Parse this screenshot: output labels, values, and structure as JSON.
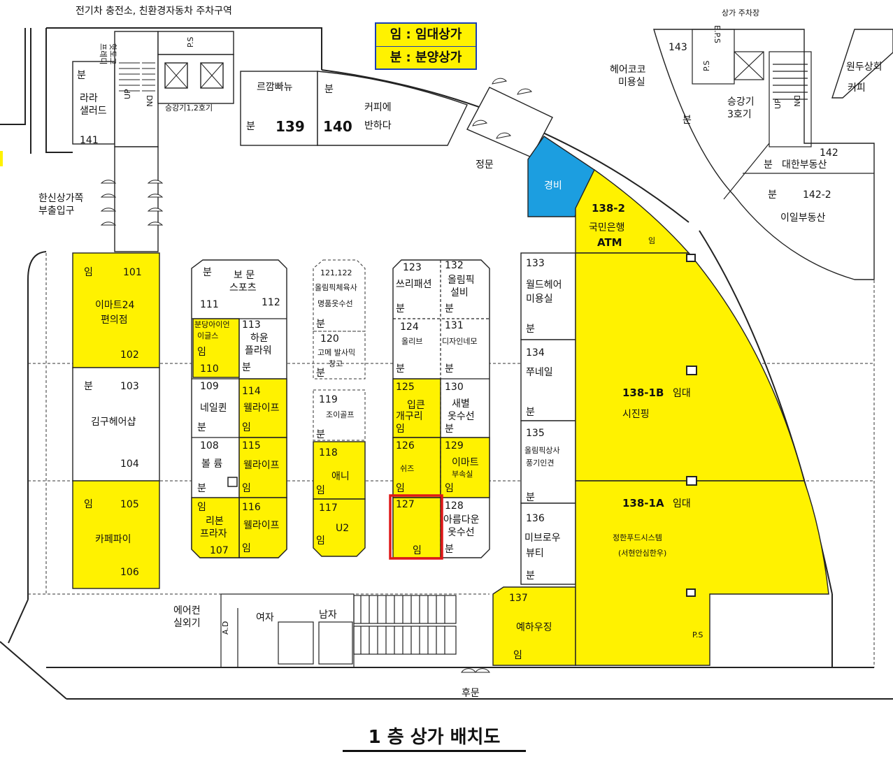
{
  "title": "1 층 상가 배치도",
  "legend": {
    "lease": "임 : 임대상가",
    "sale": "분 : 분양상가"
  },
  "labels": {
    "ev_parking": "전기차 충전소, 친환경자동차 주차구역",
    "mall_parking": "상가 주차장",
    "hanshin_1": "한신상가쪽",
    "hanshin_2": "부출입구",
    "aircon_1": "에어컨",
    "aircon_2": "실외기",
    "main_gate": "정문",
    "back_gate": "후문",
    "elevator_12": "승강기1,2호기",
    "elevator_3a": "승강기",
    "elevator_3b": "3호기",
    "women": "여자",
    "men": "남자",
    "guard": "경비",
    "ps": "P.S",
    "eps": "E.P.S",
    "ad": "A.D",
    "up": "UP",
    "dn": "DN",
    "fred_1": "프레디",
    "fred_2": "핫도그"
  },
  "shops": {
    "s101": {
      "no": "101",
      "name1": "이마트24",
      "name2": "편의점",
      "mark": "임"
    },
    "s102": {
      "no": "102"
    },
    "s103": {
      "no": "103",
      "name1": "김구헤어샵",
      "mark": "분"
    },
    "s104": {
      "no": "104"
    },
    "s105": {
      "no": "105",
      "name1": "카페파이",
      "mark": "임"
    },
    "s106": {
      "no": "106"
    },
    "s107": {
      "no": "107",
      "name1": "리본",
      "name2": "프라자",
      "mark": "임"
    },
    "s108": {
      "no": "108",
      "name1": "볼 륨",
      "mark": "분"
    },
    "s109": {
      "no": "109",
      "name1": "네일퀸",
      "mark": "분"
    },
    "s110": {
      "no": "110",
      "name1": "분당아이언",
      "name2": "이글스",
      "mark": "임"
    },
    "s111": {
      "no": "111",
      "mark": "분"
    },
    "s112": {
      "no": "112",
      "name1": "보 문",
      "name2": "스포츠"
    },
    "s113": {
      "no": "113",
      "name1": "하윤",
      "name2": "플라워",
      "mark": "분"
    },
    "s114": {
      "no": "114",
      "name1": "웰라이프",
      "mark": "임"
    },
    "s115": {
      "no": "115",
      "name1": "웰라이프",
      "mark": "임"
    },
    "s116": {
      "no": "116",
      "name1": "웰라이프",
      "mark": "임"
    },
    "s117": {
      "no": "117",
      "name1": "U2",
      "mark": "임"
    },
    "s118": {
      "no": "118",
      "name1": "애니",
      "mark": "임"
    },
    "s119": {
      "no": "119",
      "name1": "조이골프",
      "mark": "분"
    },
    "s120": {
      "no": "120",
      "name1": "고메 발사믹",
      "name2": "창고",
      "mark": "분"
    },
    "s121": {
      "no": "121,122",
      "name1": "올림픽체육사",
      "name2": "명품옷수선",
      "mark": "분"
    },
    "s123": {
      "no": "123",
      "name1": "쓰리패션",
      "mark": "분"
    },
    "s124": {
      "no": "124",
      "name1": "올리브",
      "mark": "분"
    },
    "s125": {
      "no": "125",
      "name1": "입큰",
      "name2": "개구리",
      "mark": "임"
    },
    "s126": {
      "no": "126",
      "name1": "쉬즈",
      "mark": "임"
    },
    "s127": {
      "no": "127",
      "mark": "임"
    },
    "s128": {
      "no": "128",
      "name1": "아름다운",
      "name2": "옷수선",
      "mark": "분"
    },
    "s129": {
      "no": "129",
      "name1": "이마트",
      "name2": "부속실",
      "mark": "임"
    },
    "s130": {
      "no": "130",
      "name1": "새별",
      "name2": "옷수선",
      "mark": "분"
    },
    "s131": {
      "no": "131",
      "name1": "디자인네모",
      "mark": "분"
    },
    "s132": {
      "no": "132",
      "name1": "올림픽",
      "name2": "설비",
      "mark": "분"
    },
    "s133": {
      "no": "133",
      "name1": "월드헤어",
      "name2": "미용실",
      "mark": "분"
    },
    "s134": {
      "no": "134",
      "name1": "쭈네일",
      "mark": "분"
    },
    "s135": {
      "no": "135",
      "name1": "올림픽상사",
      "name2": "풍기인견",
      "mark": "분"
    },
    "s136": {
      "no": "136",
      "name1": "미브로우",
      "name2": "뷰티",
      "mark": "분"
    },
    "s137": {
      "no": "137",
      "name1": "예하우징",
      "mark": "임"
    },
    "s1381a": {
      "no": "138-1A",
      "tag": "임대",
      "name1": "정한푸드시스템",
      "name2": "(서현안심한우)"
    },
    "s1381b": {
      "no": "138-1B",
      "tag": "임대",
      "name1": "시진핑"
    },
    "s1382": {
      "no": "138-2",
      "name1": "국민은행",
      "name2": "ATM",
      "mark": "임"
    },
    "s139": {
      "no": "139",
      "name1": "르깜빠뉴",
      "mark": "분"
    },
    "s140": {
      "no": "140",
      "name1": "커피에",
      "name2": "반하다",
      "mark": "분"
    },
    "s141": {
      "no": "141",
      "name1": "라라",
      "name2": "샐러드",
      "mark": "분"
    },
    "s142": {
      "no": "142",
      "name1": "대한부동산",
      "mark": "분"
    },
    "s1422": {
      "no": "142-2",
      "name1": "이일부동산",
      "mark": "분"
    },
    "s143": {
      "no": "143",
      "mark": "분"
    },
    "hairco": {
      "name1": "헤어코코",
      "name2": "미용실"
    },
    "wondu": {
      "name1": "원두상회",
      "name2": "커피"
    }
  }
}
